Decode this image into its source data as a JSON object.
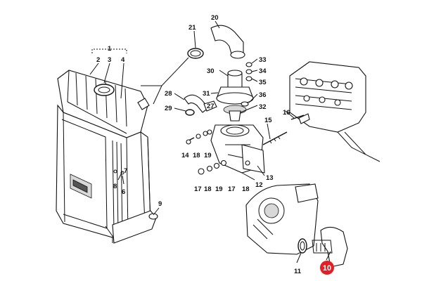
{
  "diagram": {
    "labels": {
      "p1": "1",
      "p2": "2",
      "p3": "3",
      "p4": "4",
      "p6": "6",
      "p7": "7",
      "p8": "8",
      "p9": "9",
      "p10": "10",
      "p11": "11",
      "p12": "12",
      "p13": "13",
      "p14": "14",
      "p15": "15",
      "p16": "16",
      "p17a": "17",
      "p17b": "17",
      "p18a": "18",
      "p18b": "18",
      "p18c": "18",
      "p19a": "19",
      "p19b": "19",
      "p20": "20",
      "p21": "21",
      "p27": "27",
      "p28": "28",
      "p29": "29",
      "p30": "30",
      "p31": "31",
      "p32": "32",
      "p33": "33",
      "p34": "34",
      "p35": "35",
      "p36": "36"
    },
    "highlight": {
      "part": "10",
      "color": "#e31e24"
    }
  }
}
